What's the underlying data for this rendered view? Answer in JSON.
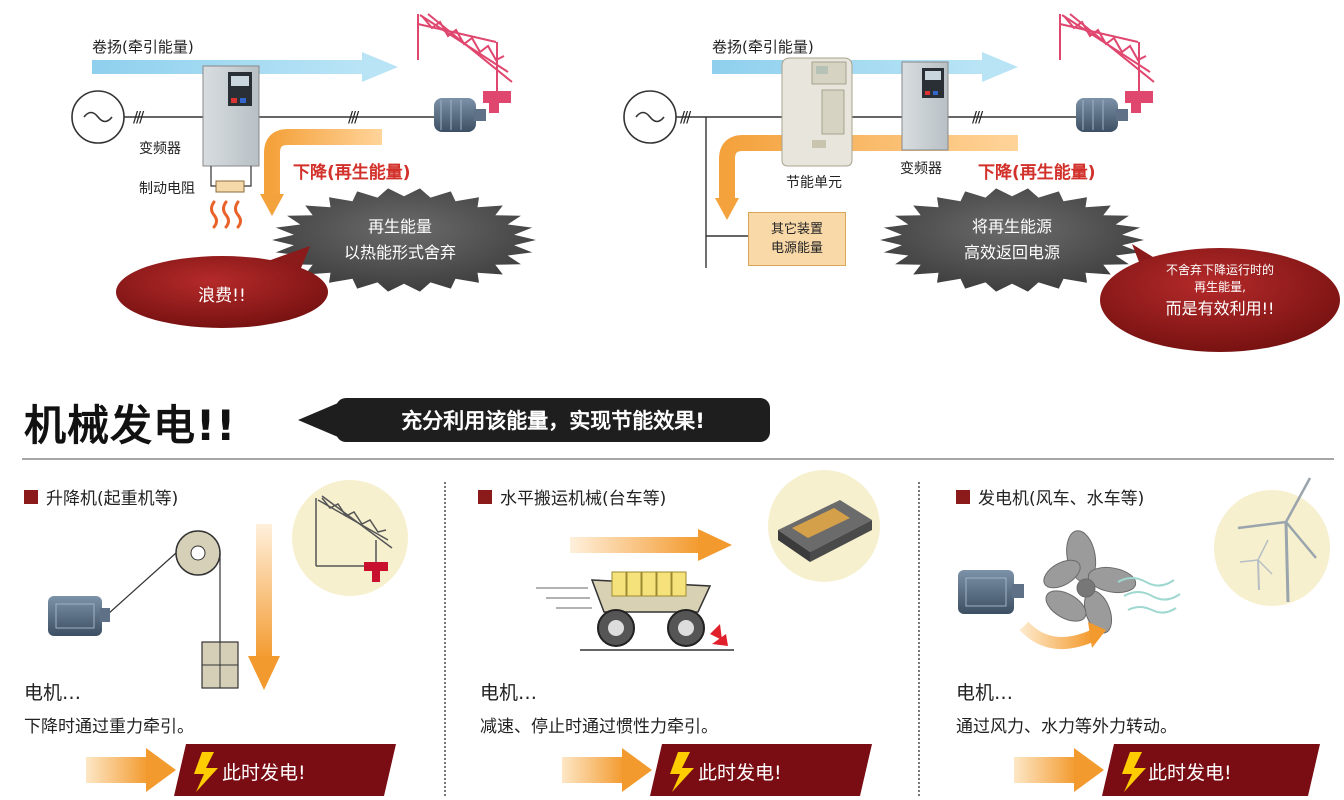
{
  "left_diagram": {
    "hoist_label": "卷扬(牵引能量)",
    "inverter_label": "变频器",
    "resistor_label": "制动电阻",
    "descend_label": "下降(再生能量)",
    "cloud_text_1": "再生能量",
    "cloud_text_2": "以热能形式舍弃",
    "bubble_text": "浪费!!",
    "wire_mark": "///"
  },
  "right_diagram": {
    "hoist_label": "卷扬(牵引能量)",
    "unit_label": "节能单元",
    "inverter_label": "变频器",
    "descend_label": "下降(再生能量)",
    "box_text_1": "其它装置",
    "box_text_2": "电源能量",
    "cloud_text_1": "将再生能源",
    "cloud_text_2": "高效返回电源",
    "bubble_text_1": "不舍弃下降运行时的",
    "bubble_text_2": "再生能量,",
    "bubble_text_3": "而是有效利用!!",
    "wire_mark": "///"
  },
  "headline": {
    "title": "机械发电!!",
    "callout": "充分利用该能量，实现节能效果!"
  },
  "panels": [
    {
      "category": "升降机(起重机等)",
      "motor": "电机…",
      "desc": "下降时通过重力牵引。",
      "action": "此时发电!"
    },
    {
      "category": "水平搬运机械(台车等)",
      "motor": "电机…",
      "desc": "减速、停止时通过惯性力牵引。",
      "action": "此时发电!"
    },
    {
      "category": "发电机(风车、水车等)",
      "motor": "电机…",
      "desc": "通过风力、水力等外力转动。",
      "action": "此时发电!"
    }
  ],
  "colors": {
    "arrow_blue": "#a9dcf2",
    "arrow_orange": "#f5a744",
    "dark_red": "#8b1a1a",
    "crane_pink": "#e0476f",
    "cloud_gray": "#4a4a4a"
  }
}
